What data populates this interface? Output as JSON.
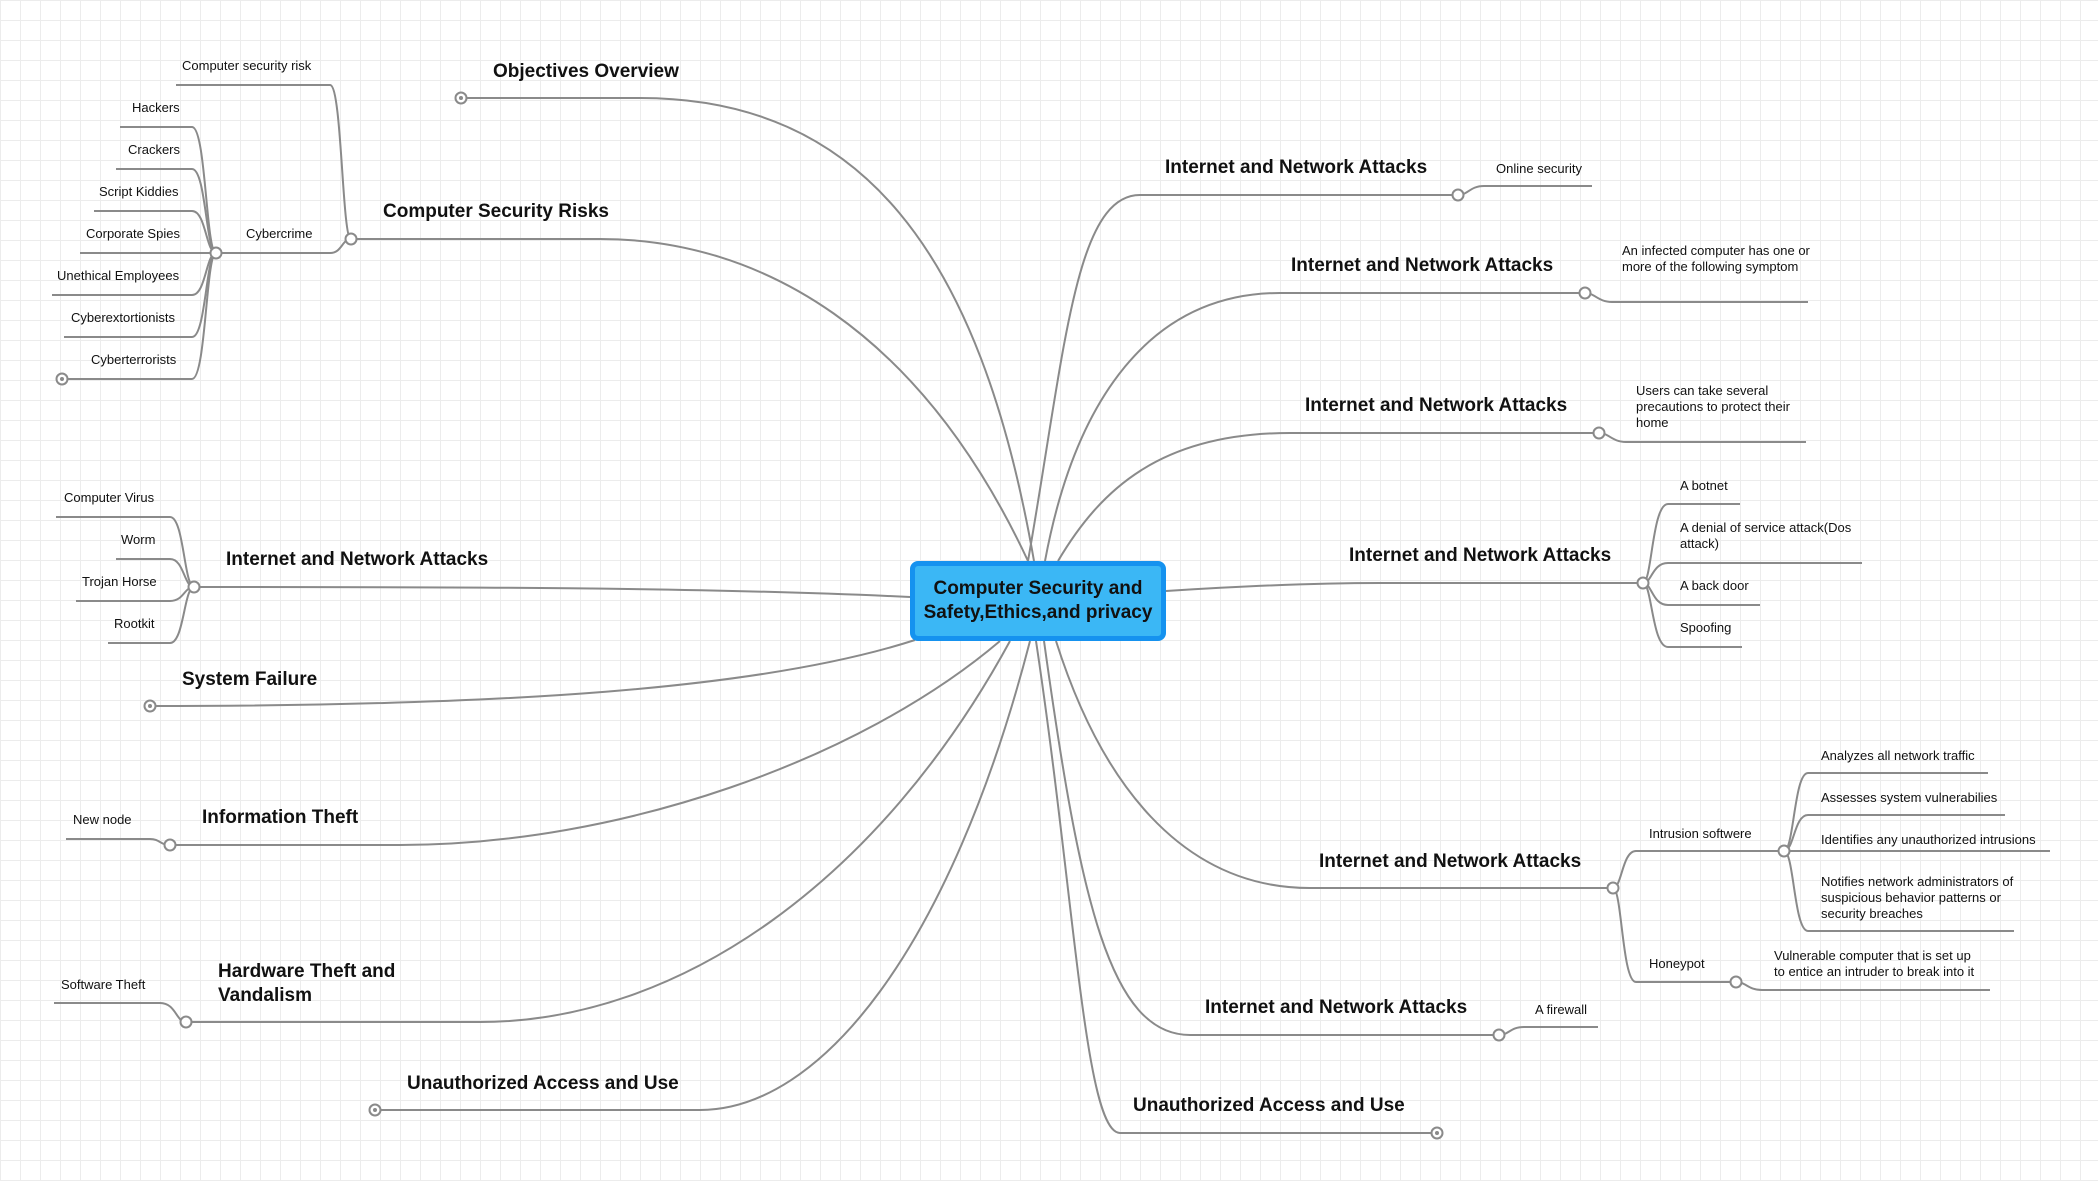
{
  "central_topic": "Computer Security and Safety,Ethics,and privacy",
  "left_branches": {
    "objectives": {
      "title": "Objectives Overview"
    },
    "risks": {
      "title": "Computer Security Risks",
      "items": [
        "Computer security risk",
        "Cybercrime"
      ],
      "cybercrime_items": [
        "Hackers",
        "Crackers",
        "Script Kiddies",
        "Corporate Spies",
        "Unethical Employees",
        "Cyberextortionists",
        "Cyberterrorists"
      ]
    },
    "network_attacks": {
      "title": "Internet and Network Attacks",
      "items": [
        "Computer Virus",
        "Worm",
        "Trojan Horse",
        "Rootkit"
      ]
    },
    "system_failure": {
      "title": "System Failure"
    },
    "information_theft": {
      "title": "Information Theft",
      "items": [
        "New node"
      ]
    },
    "hardware_theft": {
      "title": "Hardware Theft and Vandalism",
      "items": [
        "Software Theft"
      ]
    },
    "unauthorized": {
      "title": "Unauthorized Access and Use"
    }
  },
  "right_branches": {
    "attacks_1": {
      "title": "Internet and Network Attacks",
      "items": [
        "Online security"
      ]
    },
    "attacks_2": {
      "title": "Internet and Network Attacks",
      "items": [
        "An infected computer has one or more of the following symptom"
      ]
    },
    "attacks_3": {
      "title": "Internet and Network Attacks",
      "items": [
        "Users can take several precautions to protect their home"
      ]
    },
    "attacks_4": {
      "title": "Internet and Network Attacks",
      "items": [
        "A botnet",
        "A denial of service attack(Dos attack)",
        "A back door",
        "Spoofing"
      ]
    },
    "attacks_5": {
      "title": "Internet and Network Attacks",
      "items": [
        "Intrusion softwere",
        "Honeypot"
      ],
      "intrusion_items": [
        "Analyzes all network traffic",
        "Assesses system vulnerabilies",
        "Identifies any unauthorized intrusions",
        "Notifies network administrators of suspicious behavior patterns or  security breaches"
      ],
      "honeypot_items": [
        "Vulnerable computer that is set up to entice an intruder to break into it"
      ]
    },
    "attacks_6": {
      "title": "Internet and Network Attacks",
      "items": [
        "A firewall"
      ]
    },
    "unauthorized": {
      "title": "Unauthorized Access and Use"
    }
  },
  "colors": {
    "central_fill": "#3bb7f5",
    "central_border": "#1592ef",
    "connector": "#8a8a8a"
  }
}
